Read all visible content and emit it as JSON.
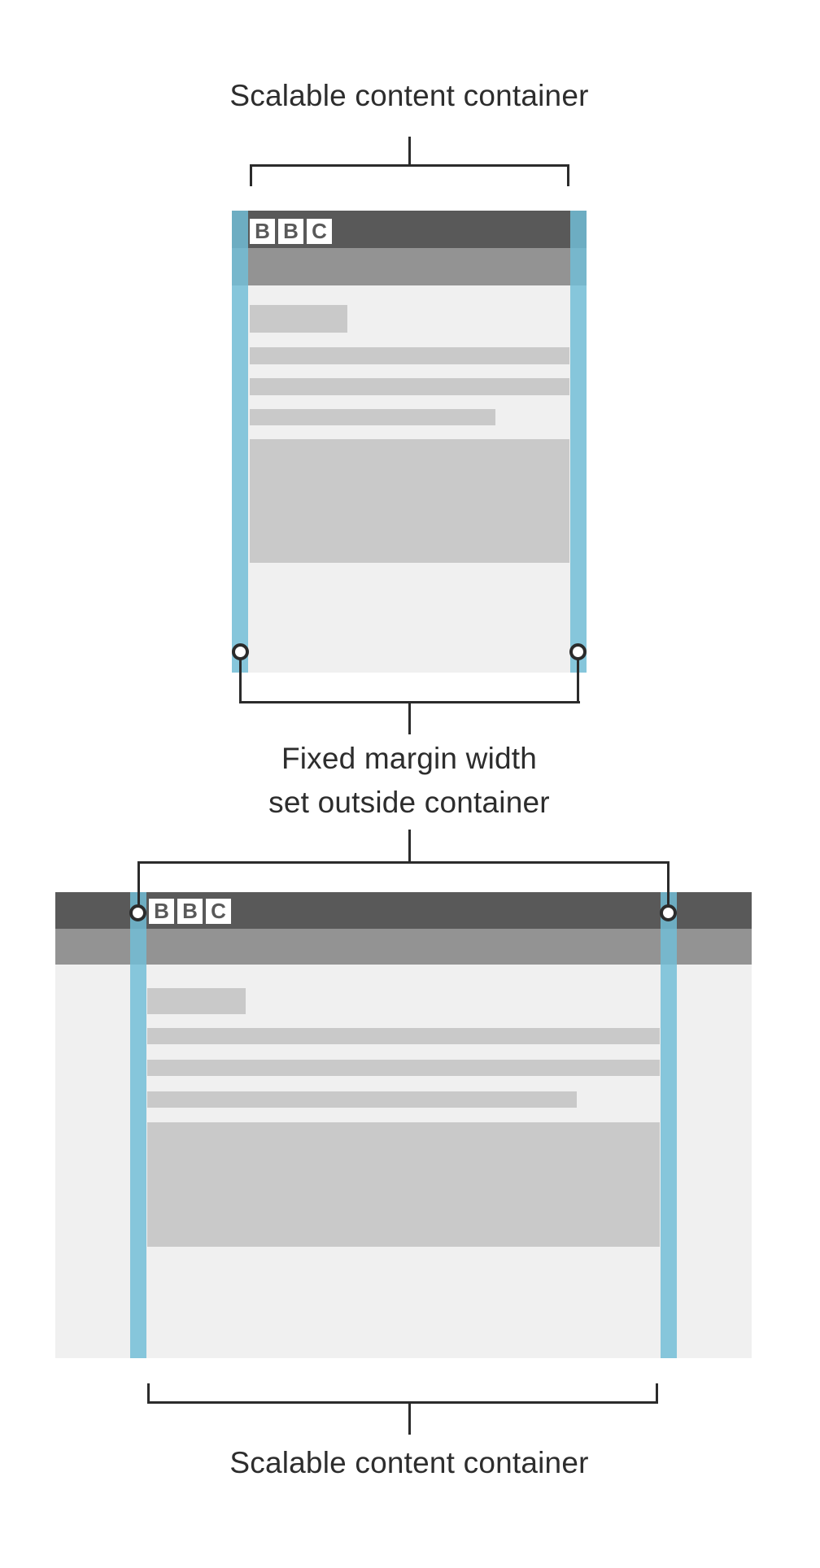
{
  "diagram": {
    "captions": {
      "top": "Scalable content container",
      "middle": [
        "Fixed margin width",
        "set outside container"
      ],
      "bottom": "Scalable content container"
    },
    "logo_letters": [
      "B",
      "B",
      "C"
    ]
  },
  "colors": {
    "header_dark": "#595959",
    "subheader_gray": "#939393",
    "content_light": "#f0f0f0",
    "placeholder_gray": "#c9c9c9",
    "margin_teal": "rgba(113,190,215,0.84)",
    "line_dark": "#2b2b2b",
    "text_dark": "#2d2d2d",
    "logo_box_white": "#ffffff"
  }
}
